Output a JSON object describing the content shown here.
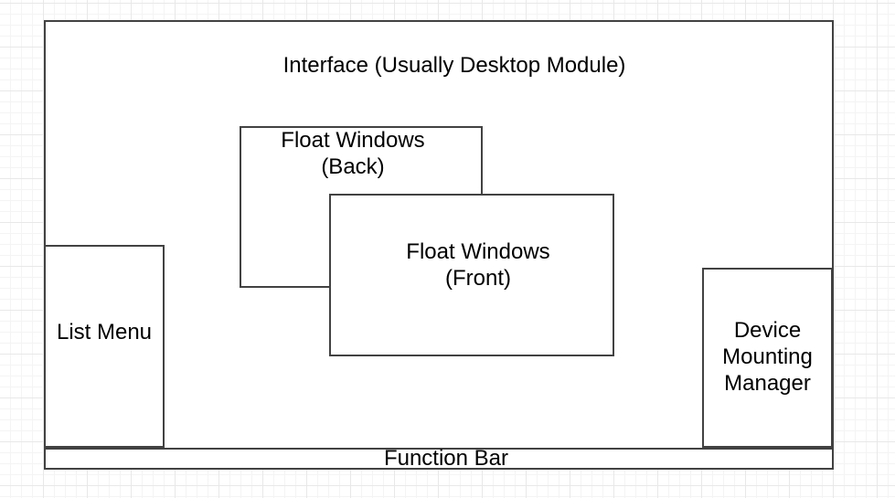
{
  "diagram": {
    "title": "Interface (Usually Desktop Module)",
    "boxes": {
      "interface": {
        "label": "Interface (Usually Desktop Module)"
      },
      "float_back": {
        "label": "Float Windows\n(Back)"
      },
      "float_front": {
        "label": "Float Windows\n(Front)"
      },
      "list_menu": {
        "label": "List Menu"
      },
      "device_mounting_manager": {
        "label": "Device\nMounting\nManager"
      },
      "function_bar": {
        "label": "Function Bar"
      }
    },
    "colors": {
      "shape_border": "#424242",
      "shape_fill": "#ffffff",
      "text_color": "#000000",
      "grid_minor": "#f4f4f4",
      "grid_major": "#e8e8e8"
    }
  }
}
